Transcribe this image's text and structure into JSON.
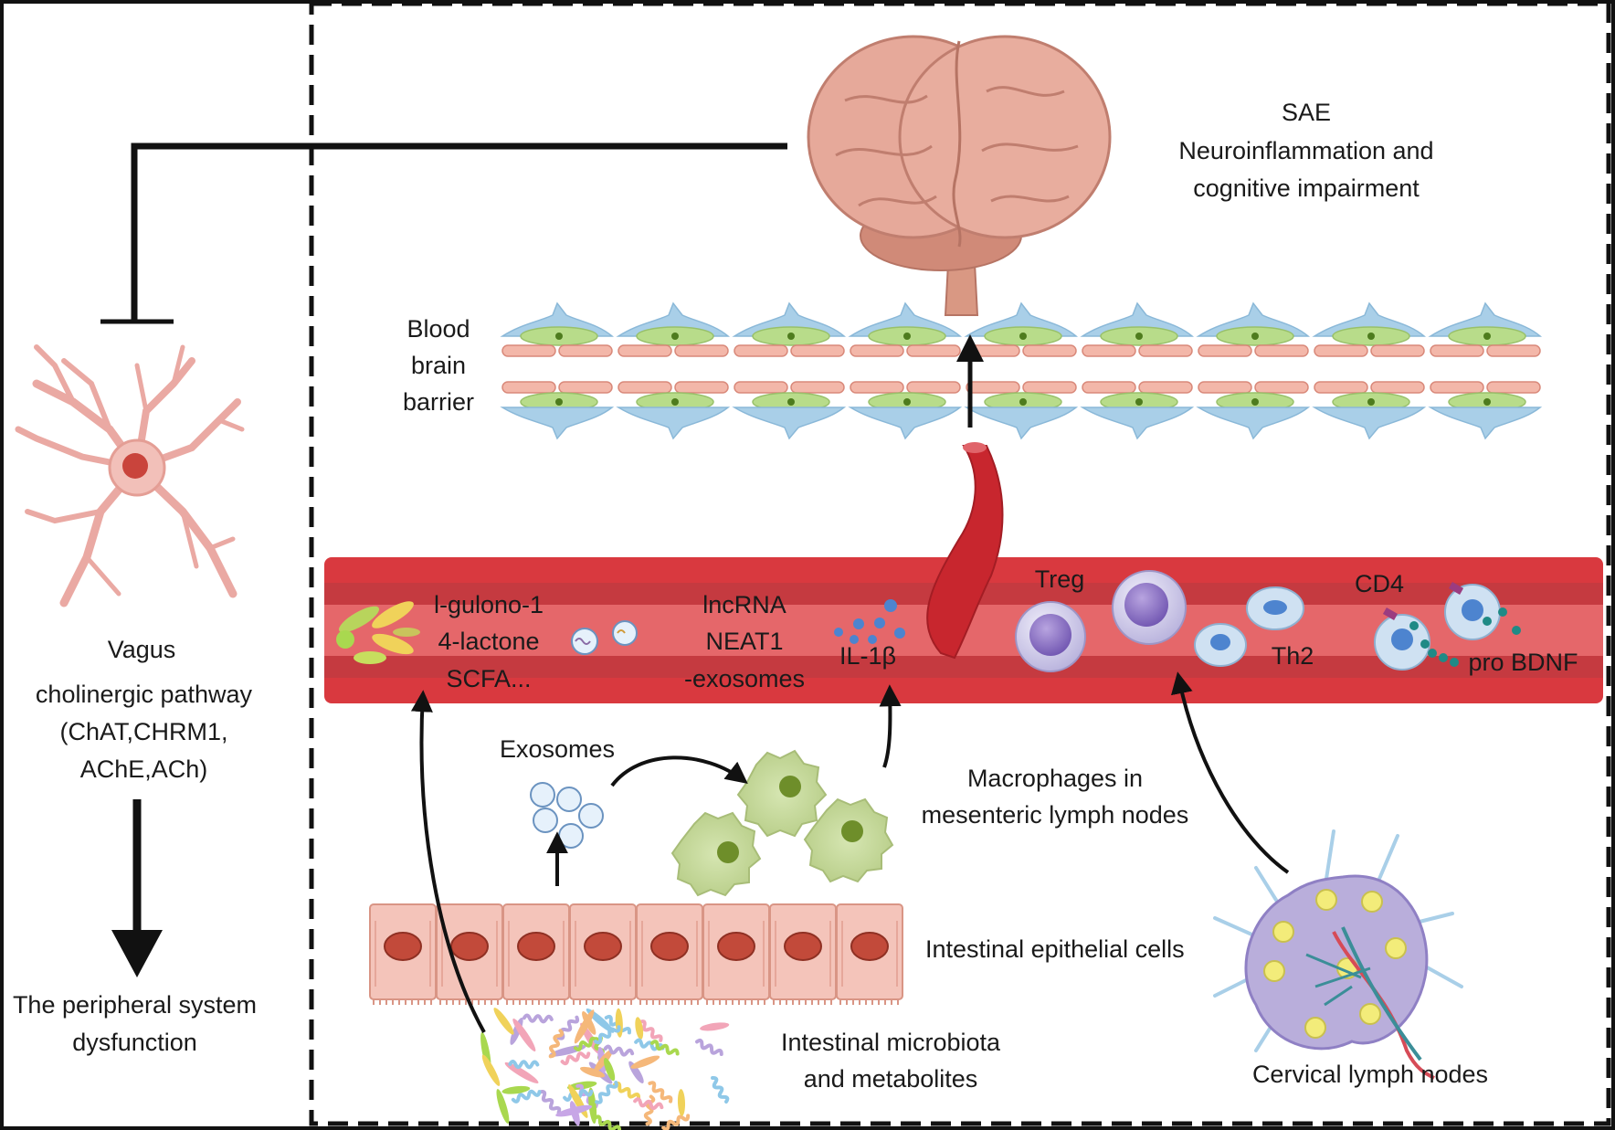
{
  "diagram": {
    "brain_caption": [
      "SAE",
      "Neuroinflammation and",
      "cognitive impairment"
    ],
    "bbb_label": [
      "Blood",
      "brain",
      "barrier"
    ],
    "vagus_label": [
      "Vagus",
      "cholinergic pathway",
      "(ChAT,CHRM1,",
      "AChE,ACh)"
    ],
    "peripheral_label": [
      "The peripheral system",
      "dysfunction"
    ],
    "metabolites": [
      "l-gulono-1",
      "4-lactone",
      "SCFA..."
    ],
    "lncrna": [
      "lncRNA",
      "NEAT1",
      "-exosomes"
    ],
    "il1b": "IL-1β",
    "treg": "Treg",
    "th2": "Th2",
    "cd4": "CD4",
    "probdnf": "pro BDNF",
    "exosomes": "Exosomes",
    "macrophages": [
      "Macrophages in",
      "mesenteric lymph nodes"
    ],
    "epithelial": "Intestinal epithelial cells",
    "microbiota": [
      "Intestinal microbiota",
      "and metabolites"
    ],
    "cervical": "Cervical lymph nodes"
  },
  "colors": {
    "frame": "#111111",
    "vessel_dark": "#d9393f",
    "vessel_mid": "#c53a40",
    "vessel_light": "#e5676a",
    "brain": "#e6a99a",
    "astrocyte": "#a9cfe8",
    "pericyte": "#b8dc8a",
    "endothelium": "#f3b7a9",
    "macrophage": "#c9dca0",
    "lymph_node": "#b9aedb",
    "neuron": "#eaa9a3"
  }
}
